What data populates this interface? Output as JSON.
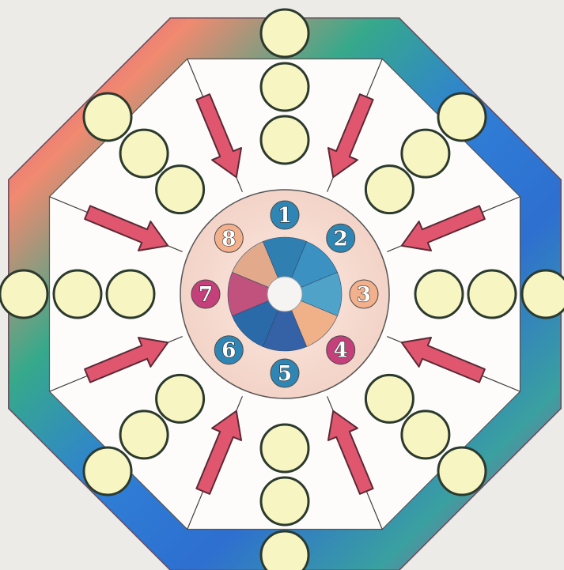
{
  "wheel": {
    "numbers": [
      {
        "label": "1",
        "color": "#2f86b4"
      },
      {
        "label": "2",
        "color": "#2f86b4"
      },
      {
        "label": "3",
        "color": "#f2b08c"
      },
      {
        "label": "4",
        "color": "#c4407a"
      },
      {
        "label": "5",
        "color": "#2f86b4"
      },
      {
        "label": "6",
        "color": "#2f86b4"
      },
      {
        "label": "7",
        "color": "#c4407a"
      },
      {
        "label": "8",
        "color": "#f2b08c"
      }
    ],
    "segment_colors": [
      "#2f7fb1",
      "#3a91c2",
      "#4fa3c9",
      "#f0b088",
      "#3561a6",
      "#2b6aa8",
      "#c0527d",
      "#e2a98b"
    ],
    "center_color": "#f6f4f2"
  },
  "frame": {
    "gradient_colors": [
      "#d93f8c",
      "#f08a70",
      "#36a98b",
      "#2f7fd6",
      "#2e6fd0",
      "#3aa0a0",
      "#d23f8a"
    ],
    "plate_color": "#fdfcfa",
    "disc_color": "#f8e0d6"
  },
  "slots": {
    "count_per_direction": 3,
    "fill_color": "#f7f5c2"
  },
  "arrows": {
    "color": "#e0566f"
  }
}
